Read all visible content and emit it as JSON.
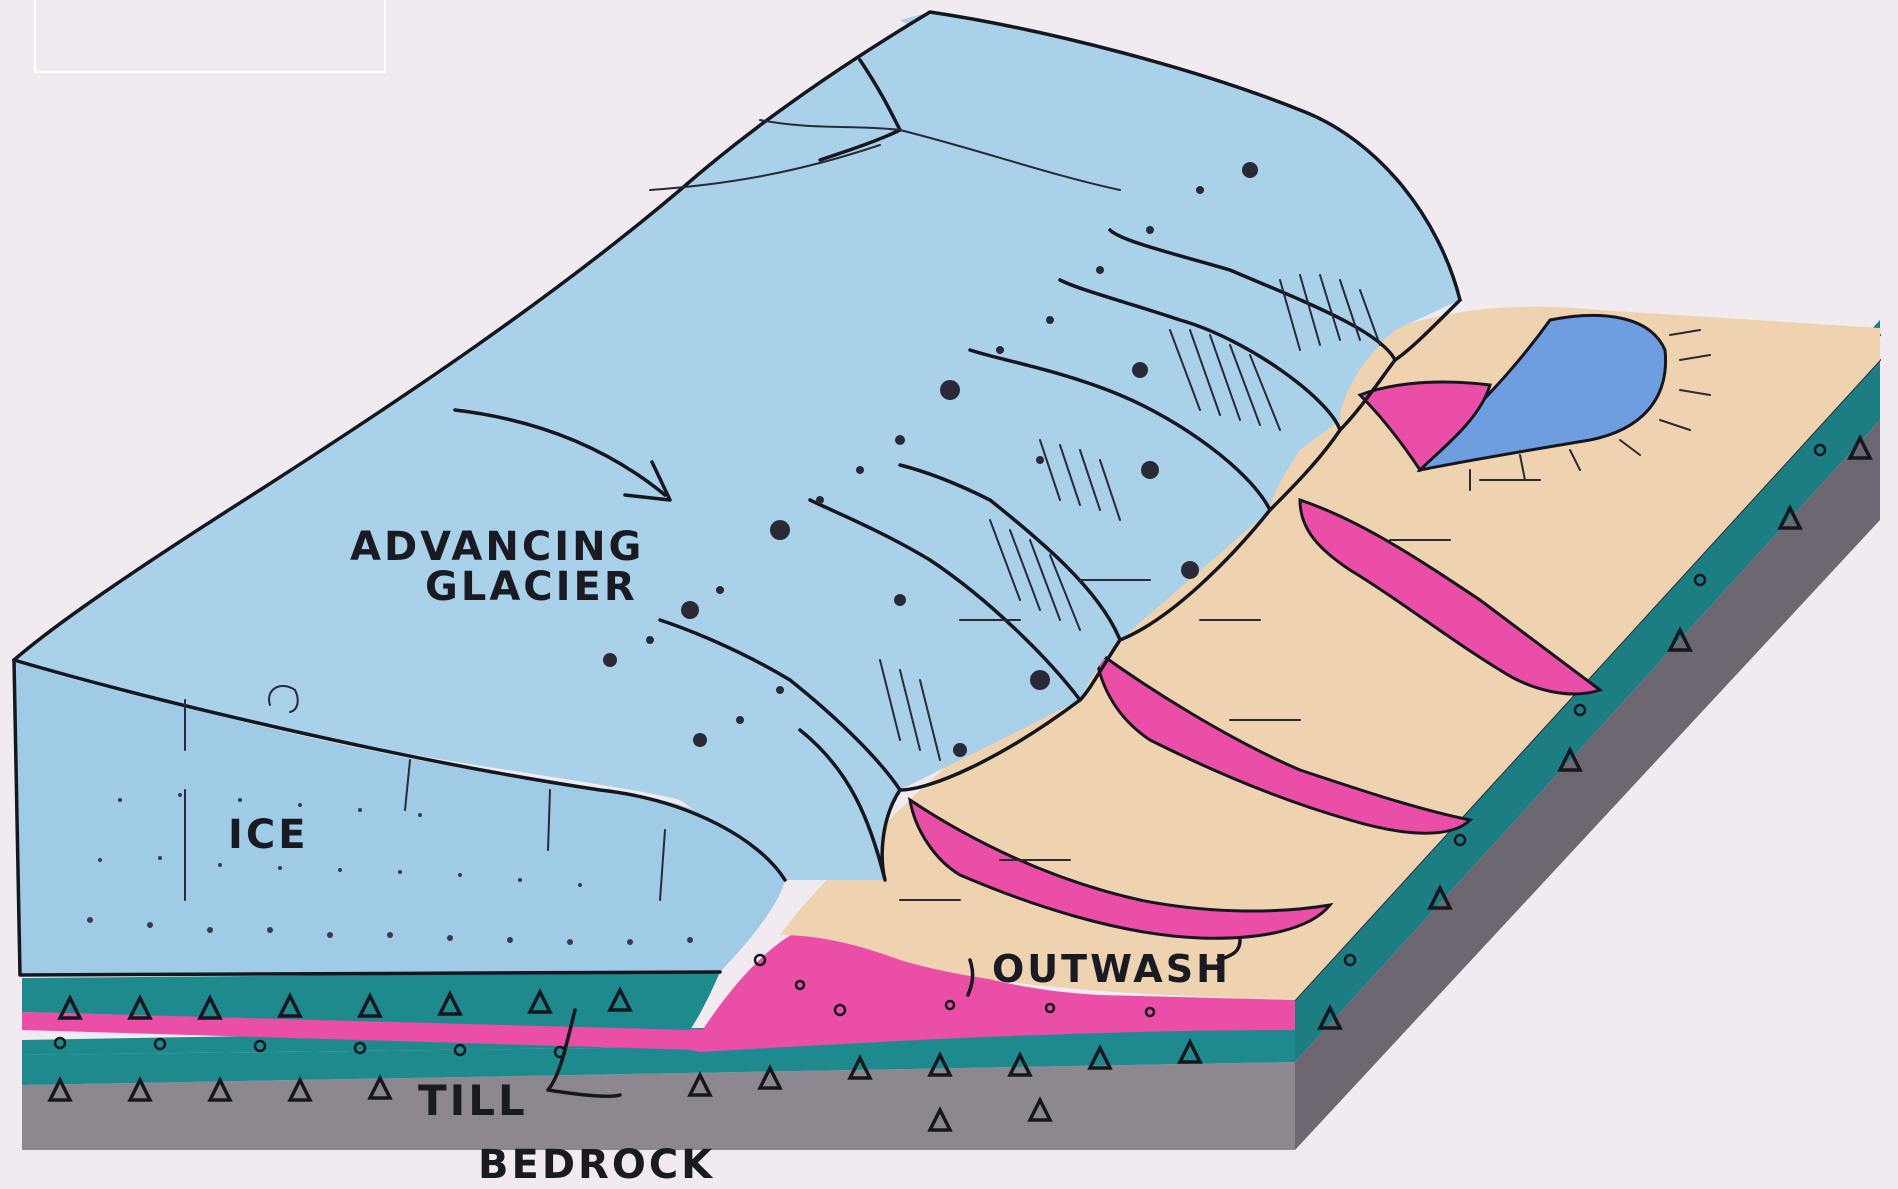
{
  "labels": {
    "glacier_line1": "ADVANCING",
    "glacier_line2": "GLACIER",
    "ice": "ICE",
    "outwash": "OUTWASH",
    "till": "TILL",
    "bedrock": "BEDROCK"
  },
  "colors": {
    "background": "#f1ebf1",
    "ice": "#a9d1ea",
    "outwash_plain": "#efd3b0",
    "outwash_deposit": "#ea4ea6",
    "till": "#1f8a8e",
    "bedrock": "#8d8790",
    "lake": "#6e9ee0"
  },
  "icons": {
    "flow_arrow": "curved-arrow-icon",
    "till_clast": "triangle-icon",
    "outwash_pebble": "circle-icon"
  }
}
